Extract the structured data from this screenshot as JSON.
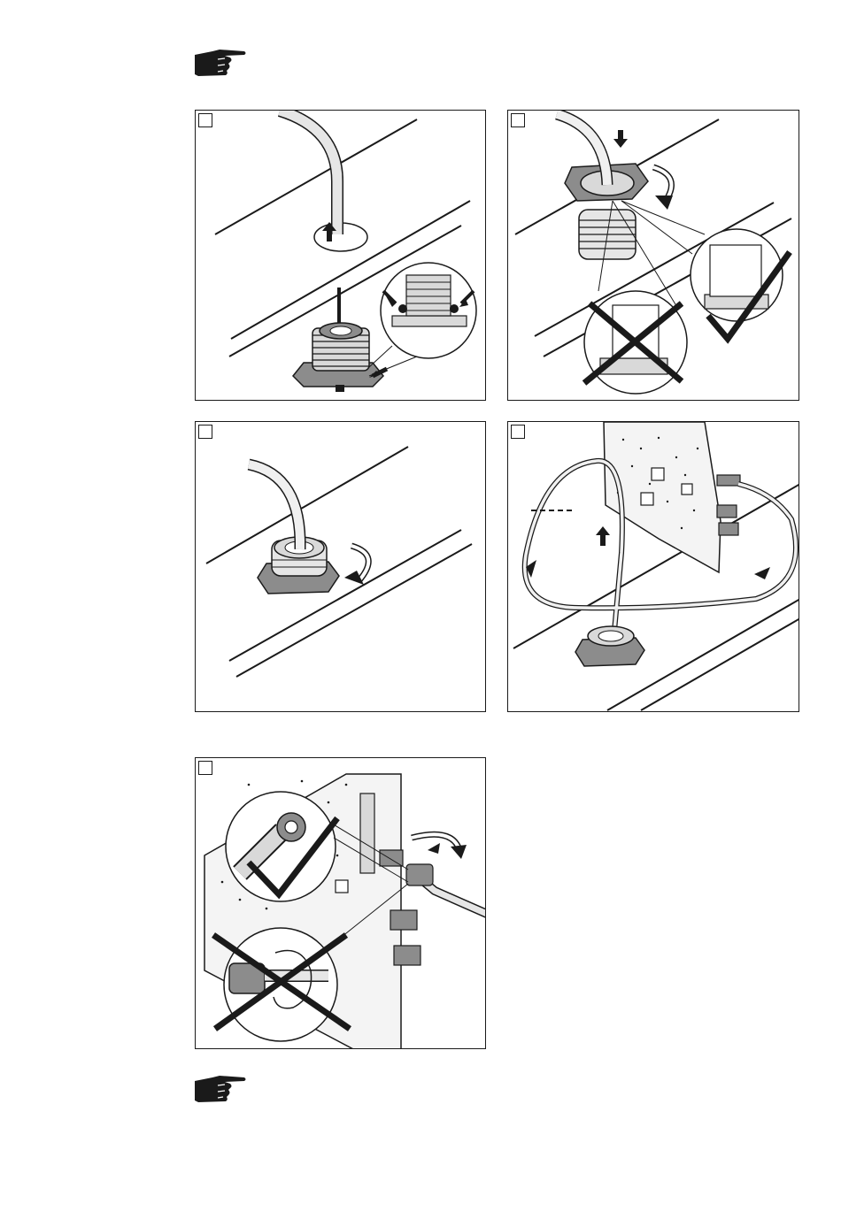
{
  "page": {
    "note_icons": [
      {
        "icon": "pointing-hand-icon",
        "label": ""
      },
      {
        "icon": "pointing-hand-icon",
        "label": ""
      }
    ],
    "panels": [
      {
        "id": "step-1",
        "icon": "cable-through-hole-illustration",
        "step_label": ""
      },
      {
        "id": "step-2",
        "icon": "nut-orientation-illustration",
        "step_label": ""
      },
      {
        "id": "step-3",
        "icon": "tighten-nut-illustration",
        "step_label": ""
      },
      {
        "id": "step-4",
        "icon": "cable-routing-illustration",
        "step_label": ""
      },
      {
        "id": "step-5",
        "icon": "connector-tighten-illustration",
        "step_label": ""
      }
    ]
  },
  "colors": {
    "line": "#1a1a1a",
    "fill_gray": "#8c8c8c",
    "fill_light": "#d9d9d9",
    "background": "#ffffff"
  }
}
